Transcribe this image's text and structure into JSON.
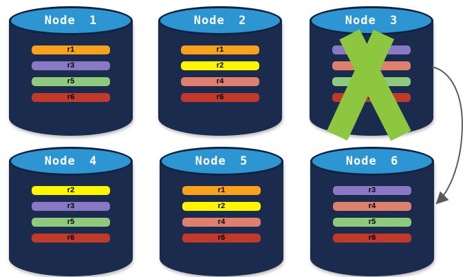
{
  "palette": {
    "background": "#FFFFFF",
    "cylinder_body": "#1B2B4E",
    "cylinder_top": "#2D96D2",
    "cylinder_rim": "#10223F",
    "node_label_text": "#FFFFFF",
    "bar_label_text": "#000000",
    "failure_x": "#8DC63F",
    "arrow": "#595959"
  },
  "nodes": [
    {
      "label": "Node 1",
      "failed": false,
      "bars": [
        {
          "label": "r1",
          "color": "#F7A11C"
        },
        {
          "label": "r3",
          "color": "#8979C5"
        },
        {
          "label": "r5",
          "color": "#8FC97E"
        },
        {
          "label": "r6",
          "color": "#C0392B"
        }
      ]
    },
    {
      "label": "Node 2",
      "failed": false,
      "bars": [
        {
          "label": "r1",
          "color": "#F7A11C"
        },
        {
          "label": "r2",
          "color": "#FFF500"
        },
        {
          "label": "r4",
          "color": "#DF7F6E"
        },
        {
          "label": "r6",
          "color": "#C0392B"
        }
      ]
    },
    {
      "label": "Node 3",
      "failed": true,
      "bars": [
        {
          "label": "r3",
          "color": "#8979C5"
        },
        {
          "label": "r4",
          "color": "#DF7F6E"
        },
        {
          "label": "r5",
          "color": "#8FC97E"
        },
        {
          "label": "r6",
          "color": "#C0392B"
        }
      ]
    },
    {
      "label": "Node 4",
      "failed": false,
      "bars": [
        {
          "label": "r2",
          "color": "#FFF500"
        },
        {
          "label": "r3",
          "color": "#8979C5"
        },
        {
          "label": "r5",
          "color": "#8FC97E"
        },
        {
          "label": "r6",
          "color": "#C0392B"
        }
      ]
    },
    {
      "label": "Node 5",
      "failed": false,
      "bars": [
        {
          "label": "r1",
          "color": "#F7A11C"
        },
        {
          "label": "r2",
          "color": "#FFF500"
        },
        {
          "label": "r4",
          "color": "#DF7F6E"
        },
        {
          "label": "r6",
          "color": "#C0392B"
        }
      ]
    },
    {
      "label": "Node 6",
      "failed": false,
      "bars": [
        {
          "label": "r3",
          "color": "#8979C5"
        },
        {
          "label": "r4",
          "color": "#DF7F6E"
        },
        {
          "label": "r5",
          "color": "#8FC97E"
        },
        {
          "label": "r6",
          "color": "#C0392B"
        }
      ]
    }
  ],
  "arrow": {
    "from": "Node 3",
    "to": "Node 6",
    "color": "#595959"
  }
}
